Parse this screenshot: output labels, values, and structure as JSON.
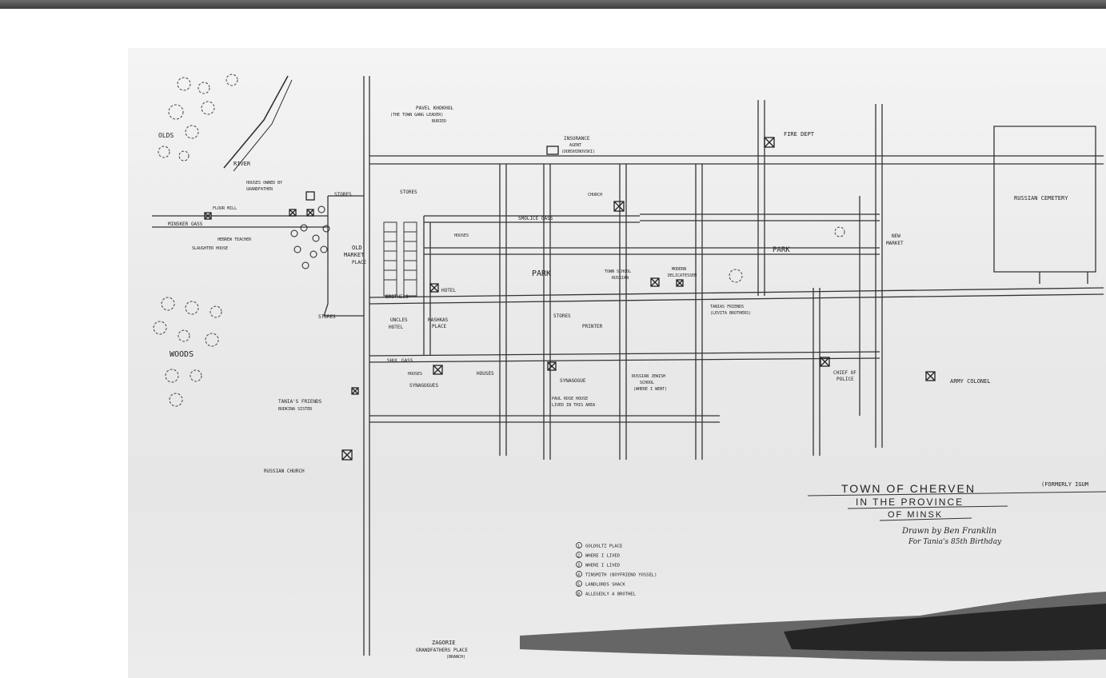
{
  "map": {
    "title": "TOWN OF CHERVEN",
    "title_note": "(FORMERLY IGUM",
    "subtitle_1": "IN THE PROVINCE",
    "subtitle_2": "OF MINSK",
    "credit_1": "Drawn by Ben Franklin",
    "credit_2": "For Tania's 85th Birthday",
    "labels": {
      "pavel": "PAVEL KHOKHOL",
      "pavel2": "(THE TOWN GANG LEADER)",
      "pavel3": "BURIED",
      "insurance": "INSURANCE",
      "agent": "AGENT",
      "dobsh": "(DOBSHINOVSKI)",
      "fire_dept": "FIRE DEPT",
      "russian_cemetery": "RUSSIAN CEMETERY",
      "olds": "OLDS",
      "river": "RIVER",
      "houses_owned": "HOUSES OWNED BY",
      "grandfather": "GRANDFATHER",
      "stores_1": "STORES",
      "stores_2": "STORES",
      "church": "CHURCH",
      "flour_mill": "FLOUR MILL",
      "minsker_gass": "MINSKER GASS",
      "hebrew_teacher": "HEBREW TEACHER",
      "slaughter_house": "SLAUGHTER HOUSE",
      "smolice_gass": "SMOLICE GASS",
      "houses_a": "HOUSES",
      "old_market": "OLD",
      "market_place": "MARKET",
      "market_place2": "PLACE",
      "park_1": "PARK",
      "town_school": "TOWN SCHOOL",
      "russian_1": "RUSSIAN",
      "modern": "MODERN",
      "delicatessen": "DELICATESSEN",
      "park_2": "PARK",
      "new_market": "NEW",
      "new_market2": "MARKET",
      "hotel": "HOTEL",
      "brothels": "BROTHELS",
      "stores_3": "STORES",
      "uncles": "UNCLES",
      "hotel2": "HOTEL",
      "mashkas": "MASHKAS",
      "place": "PLACE",
      "stores_4": "STORES",
      "printer": "PRINTER",
      "tanias_friends_1": "TANIAS FRIENDS",
      "levitas": "(LEVITA BROTHERS)",
      "woods": "WOODS",
      "shul_gass": "SHUL GASS",
      "houses_b": "HOUSES",
      "synagogues": "SYNAGOGUES",
      "houses_c": "HOUSES",
      "synagogue": "SYNAGOGUE",
      "russian_jewish": "RUSSIAN JEWISH",
      "school": "SCHOOL",
      "where_went": "(WHERE I WENT)",
      "paul_rose": "PAUL ROSE HOUSE",
      "lived_area": "LIVED IN THIS AREA",
      "chief_police_1": "CHIEF OF",
      "chief_police_2": "POLICE",
      "army_colonel": "ARMY COLONEL",
      "tanias_friends_2": "TANIA'S FRIENDS",
      "budkina": "BUDKINA SISTER",
      "russian_church": "RUSSIAN CHURCH",
      "zagorie": "ZAGORIE",
      "grandfathers_place": "GRANDFATHERS PLACE",
      "grandfathers_place2": "(BRANCH)"
    },
    "legend": [
      {
        "num": "1",
        "text": "GOLDOLTZ PLACE"
      },
      {
        "num": "2",
        "text": "WHERE I LIVED"
      },
      {
        "num": "3",
        "text": "WHERE I LIVED"
      },
      {
        "num": "4",
        "text": "TINSMITH (BOYFRIEND YOSSEL)"
      },
      {
        "num": "5",
        "text": "LANDLORDS SHACK"
      },
      {
        "num": "B",
        "text": "ALLEGEDLY A BROTHEL"
      }
    ]
  }
}
